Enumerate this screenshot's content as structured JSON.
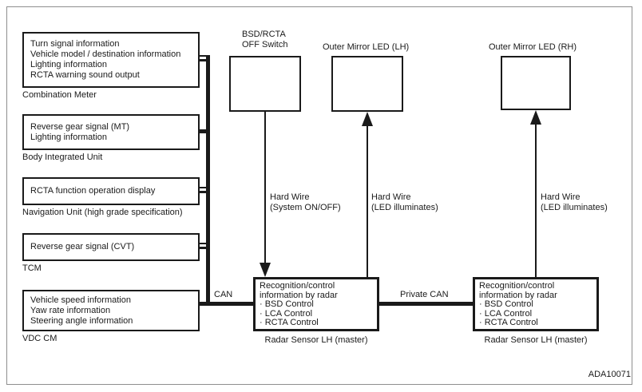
{
  "diagram": {
    "left_units": [
      {
        "signals": [
          "Turn signal information",
          "Vehicle model / destination information",
          "Lighting information",
          "RCTA warning sound output"
        ],
        "label": "Combination Meter"
      },
      {
        "signals": [
          "Reverse gear signal (MT)",
          "Lighting information"
        ],
        "label": "Body Integrated Unit"
      },
      {
        "signals": [
          "RCTA function operation display"
        ],
        "label": "Navigation Unit (high grade specification)"
      },
      {
        "signals": [
          "Reverse gear signal (CVT)"
        ],
        "label": "TCM"
      },
      {
        "signals": [
          "Vehicle speed information",
          "Yaw rate information",
          "Steering angle information"
        ],
        "label": "VDC CM"
      }
    ],
    "bsd_switch": {
      "title": [
        "BSD/RCTA",
        "OFF Switch"
      ]
    },
    "mirror_led_lh": {
      "label": "Outer Mirror LED (LH)"
    },
    "mirror_led_rh": {
      "label": "Outer Mirror LED (RH)"
    },
    "radar_left": {
      "content": [
        "Recognition/control",
        "information by radar",
        "· BSD Control",
        "· LCA Control",
        "· RCTA Control"
      ],
      "label": "Radar Sensor LH (master)"
    },
    "radar_right": {
      "content": [
        "Recognition/control",
        "information by radar",
        "· BSD Control",
        "· LCA Control",
        "· RCTA Control"
      ],
      "label": "Radar Sensor LH (master)"
    },
    "wire_labels": {
      "switch_wire": [
        "Hard Wire",
        "(System ON/OFF)"
      ],
      "led_wire_lh": [
        "Hard Wire",
        "(LED illuminates)"
      ],
      "led_wire_rh": [
        "Hard Wire",
        "(LED illuminates)"
      ]
    },
    "bus_labels": {
      "can": "CAN",
      "private_can": "Private CAN"
    },
    "figure_code": "ADA10071",
    "colors": {
      "line": "#1a1a1a",
      "frame": "#8e8e8e",
      "background": "#ffffff"
    }
  }
}
